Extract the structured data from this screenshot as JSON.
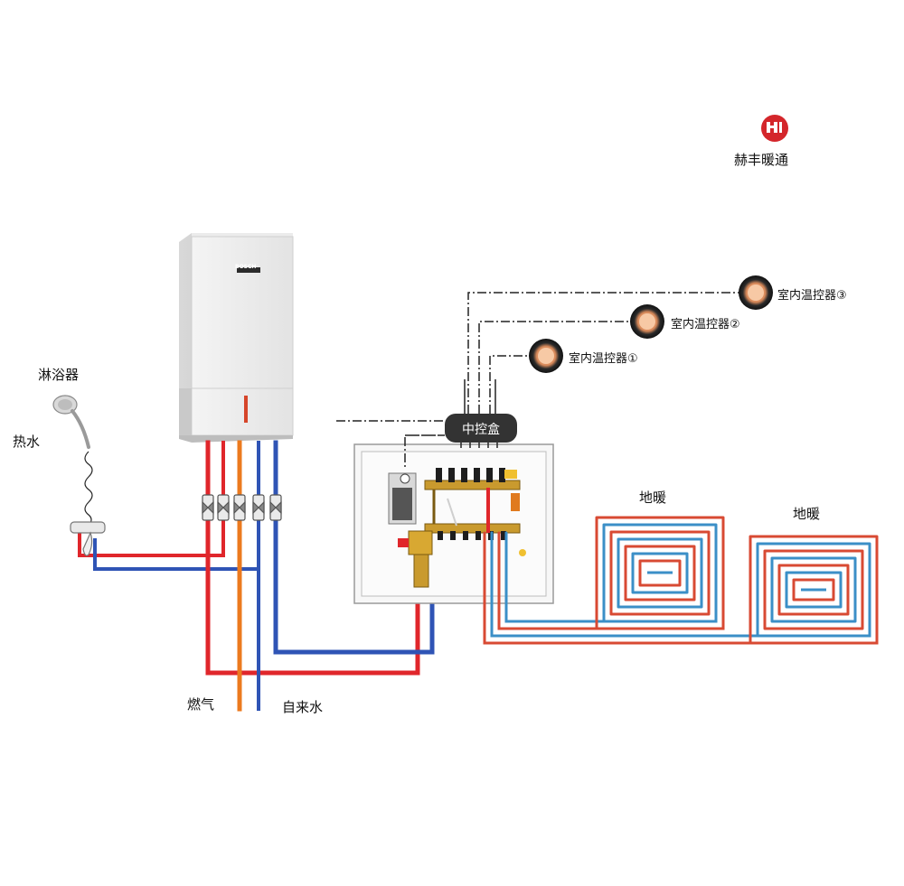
{
  "brand": {
    "name": "赫丰暖通",
    "logo_text": "赫丰暖通",
    "color": "#d4262b"
  },
  "boiler": {
    "badge": "BOSCH"
  },
  "labels": {
    "shower": "淋浴器",
    "hot_water": "热水",
    "gas": "燃气",
    "tap_water": "自来水",
    "control_box": "中控盒",
    "floor_heating_1": "地暖",
    "floor_heating_2": "地暖",
    "thermostat_1": "室内温控器①",
    "thermostat_2": "室内温控器②",
    "thermostat_3": "室内温控器③"
  },
  "colors": {
    "hot_pipe": "#e0262b",
    "cold_pipe": "#2f54b5",
    "gas_pipe": "#ec7a1e",
    "floor_loop_out": "#d84a33",
    "floor_loop_in": "#3b8fc7",
    "signal_line": "#222222"
  }
}
